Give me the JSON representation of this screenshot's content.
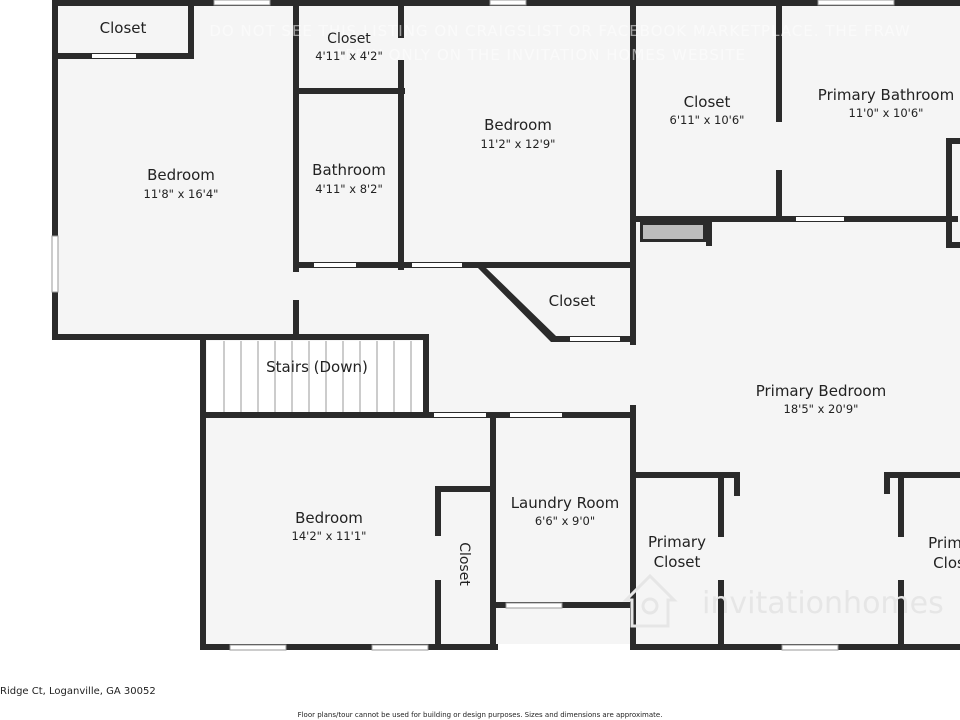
{
  "watermark": {
    "line1": "DO NOT SEE THIS LISTING ON CRAIGSLIST OR FACEBOOK MARKETPLACE. THE FRAW",
    "line2": "APPLY ONLY ON THE INVITATION HOMES WEBSITE"
  },
  "logo": {
    "text": "invitationhomes"
  },
  "rooms": {
    "closet_topleft": {
      "name": "Closet"
    },
    "closet_small": {
      "name": "Closet",
      "dim": "4'11\" x 4'2\""
    },
    "bedroom_left": {
      "name": "Bedroom",
      "dim": "11'8\" x 16'4\""
    },
    "bathroom": {
      "name": "Bathroom",
      "dim": "4'11\" x 8'2\""
    },
    "bedroom_center": {
      "name": "Bedroom",
      "dim": "11'2\" x 12'9\""
    },
    "closet_right": {
      "name": "Closet",
      "dim": "6'11\" x 10'6\""
    },
    "primary_bathroom": {
      "name": "Primary Bathroom",
      "dim": "11'0\" x 10'6\""
    },
    "closet_hall": {
      "name": "Closet"
    },
    "stairs": {
      "name": "Stairs (Down)"
    },
    "primary_bedroom": {
      "name": "Primary Bedroom",
      "dim": "18'5\" x 20'9\""
    },
    "bedroom_bottom": {
      "name": "Bedroom",
      "dim": "14'2\" x 11'1\""
    },
    "closet_vertical": {
      "name": "Closet"
    },
    "laundry": {
      "name": "Laundry Room",
      "dim": "6'6\" x 9'0\""
    },
    "primary_closet": {
      "line1": "Primary",
      "line2": "Closet"
    },
    "primary_closet_2": {
      "line1": "Prim",
      "line2": "Clos"
    }
  },
  "footer": {
    "address": "Ridge Ct, Loganville, GA 30052",
    "disclaimer": "Floor plans/tour cannot be used for building or design purposes. Sizes and dimensions are approximate."
  }
}
